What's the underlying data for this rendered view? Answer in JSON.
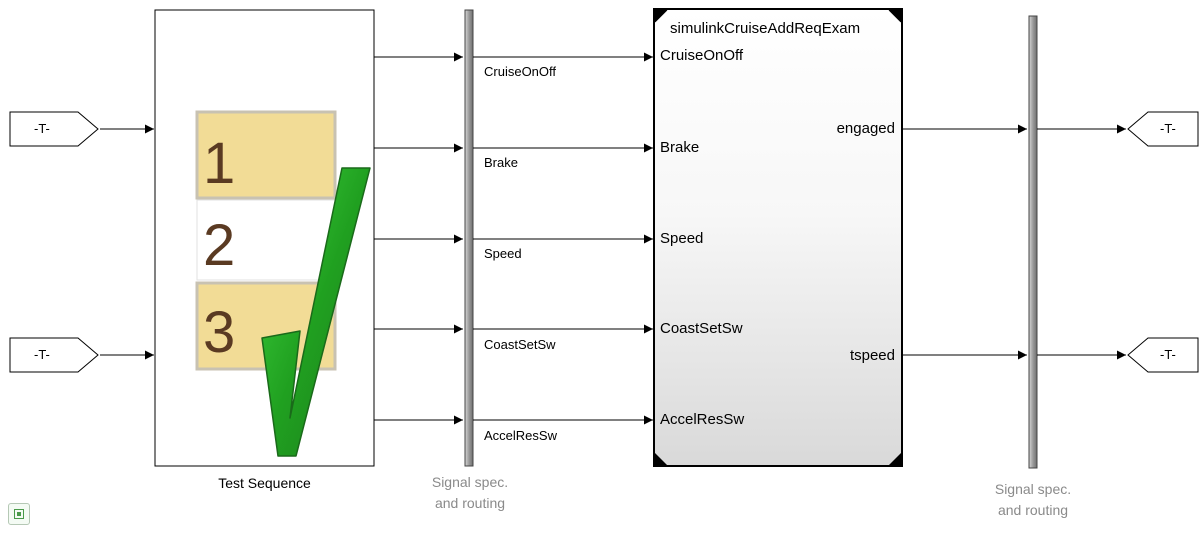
{
  "goto_tags": {
    "in_top": "-T-",
    "in_bottom": "-T-",
    "out_top": "-T-",
    "out_bottom": "-T-"
  },
  "test_sequence": {
    "label": "Test Sequence",
    "steps": [
      "1",
      "2",
      "3"
    ]
  },
  "signals": [
    "CruiseOnOff",
    "Brake",
    "Speed",
    "CoastSetSw",
    "AccelResSw"
  ],
  "model_block": {
    "title": "simulinkCruiseAddReqExam",
    "inputs": [
      "CruiseOnOff",
      "Brake",
      "Speed",
      "CoastSetSw",
      "AccelResSw"
    ],
    "outputs": [
      "engaged",
      "tspeed"
    ]
  },
  "bus_labels": {
    "left": [
      "Signal spec.",
      "and routing"
    ],
    "right": [
      "Signal spec.",
      "and routing"
    ]
  },
  "colors": {
    "step_fill": "#f2dc96",
    "step_text": "#5a3a22",
    "check_green": "#2fa52f",
    "line": "#000000",
    "bus_gray": "#999999",
    "annotation_gray": "#8a8a8a"
  },
  "icons": {
    "checkmark": "green-checkmark-icon",
    "model_browser": "model-browser-icon"
  }
}
